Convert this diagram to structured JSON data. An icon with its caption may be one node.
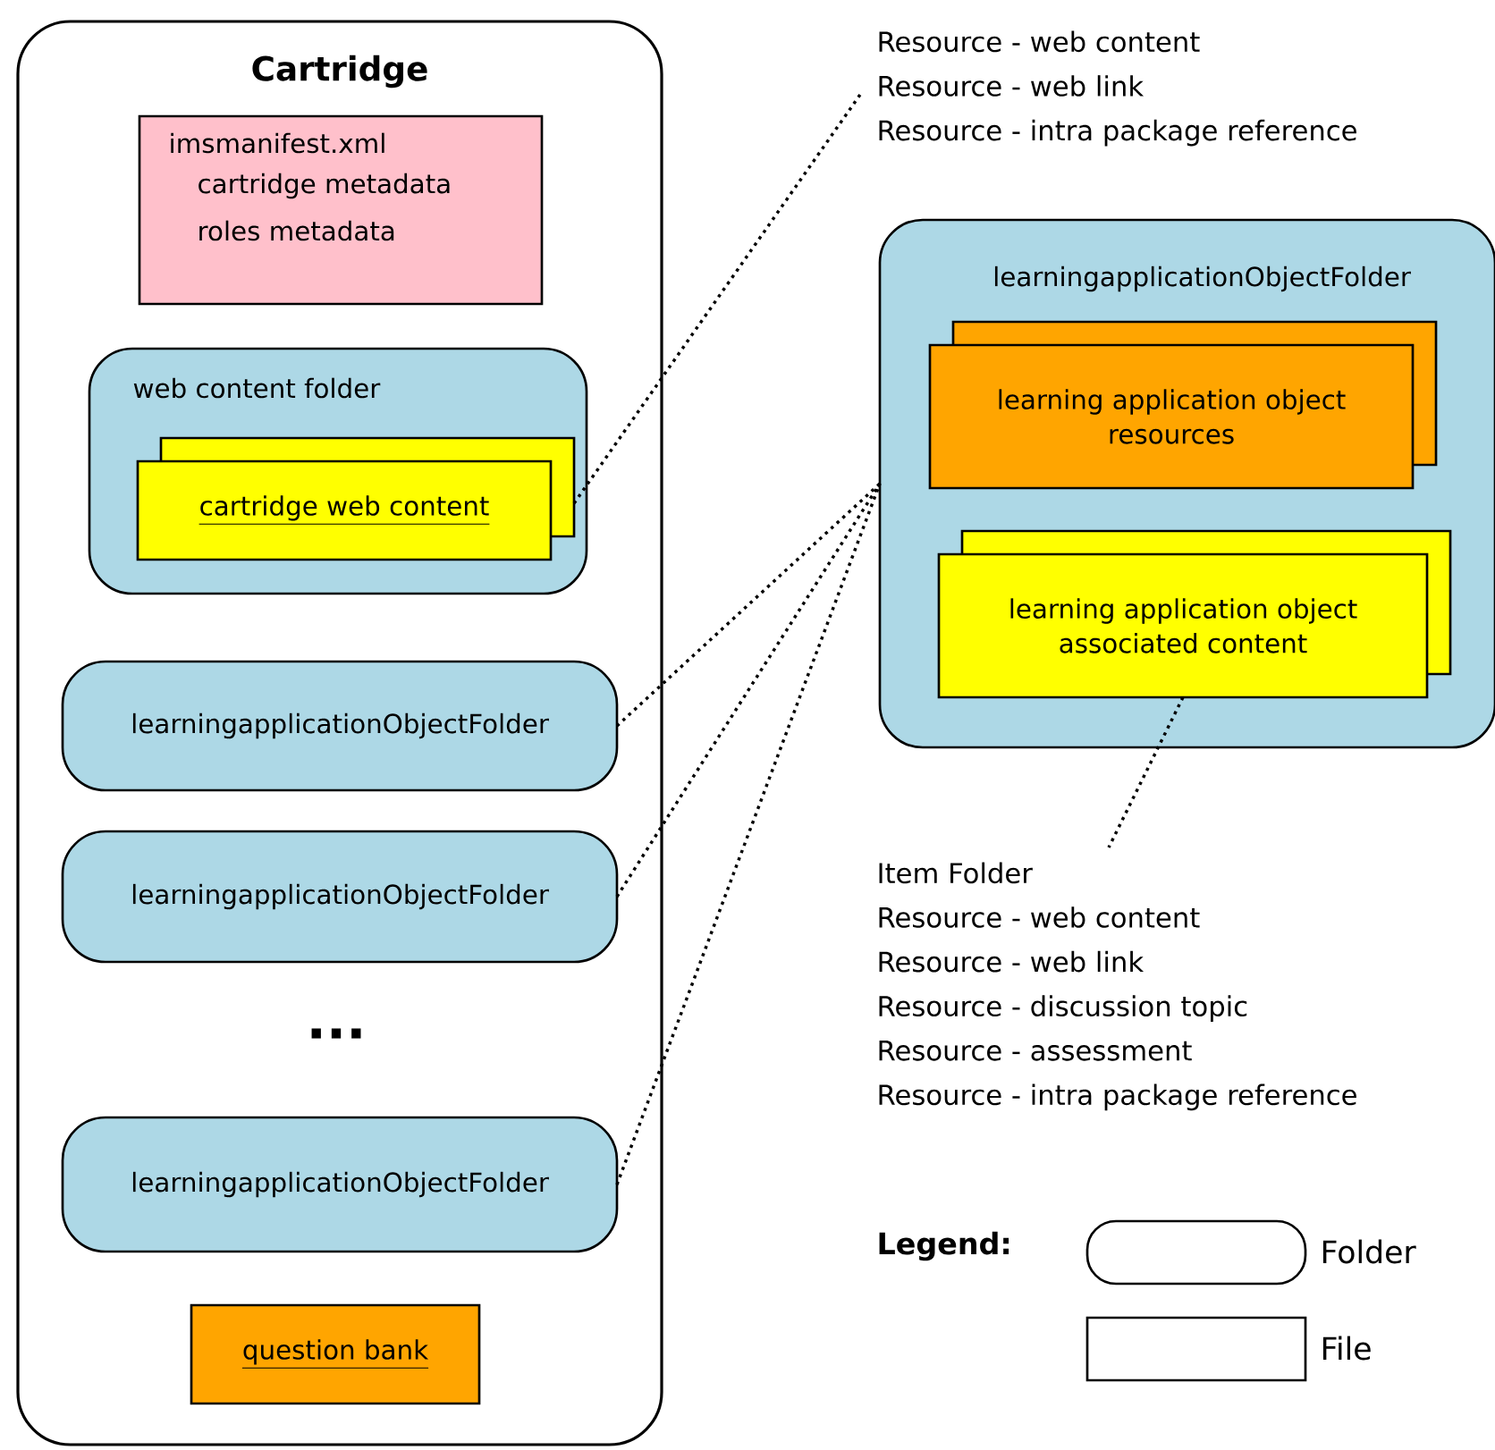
{
  "diagram": {
    "nodes": [
      {
        "text": [
          "Cartridge"
        ]
      },
      {
        "text": [
          "imsmanifest.xml",
          "cartridge metadata",
          "roles metadata"
        ],
        "in": 0
      },
      {
        "text": [
          "web content folder"
        ],
        "in": 0
      },
      {
        "text": [
          "cartridge web content"
        ],
        "in": 2
      },
      {
        "text": [
          "learningapplicationObjectFolder"
        ],
        "in": 0
      },
      {
        "text": [
          "learningapplicationObjectFolder"
        ],
        "in": 0
      },
      {
        "text": [
          "learningapplicationObjectFolder"
        ],
        "in": 0
      },
      {
        "text": [
          "question bank"
        ],
        "in": 0
      },
      {
        "text": [
          "Resource - web content",
          "Resource - web link",
          "Resource - intra package reference"
        ]
      },
      {
        "text": [
          "learningapplicationObjectFolder"
        ]
      },
      {
        "text": [
          "learning application object resources"
        ],
        "in": 9
      },
      {
        "text": [
          "learning application object associated content"
        ],
        "in": 9
      },
      {
        "text": [
          "Item Folder",
          "Resource - web content",
          "Resource - web link",
          "Resource - discussion topic",
          "Resource - assessment",
          "Resource - intra package reference"
        ]
      }
    ],
    "edges": [
      {
        "from": 3,
        "to": 8,
        "arrow": "none",
        "style": "dashed"
      },
      {
        "from": 4,
        "to": 9,
        "arrow": "none",
        "style": "dashed"
      },
      {
        "from": 5,
        "to": 9,
        "arrow": "none",
        "style": "dashed"
      },
      {
        "from": 6,
        "to": 9,
        "arrow": "none",
        "style": "dashed"
      },
      {
        "from": 11,
        "to": 12,
        "arrow": "none",
        "style": "dashed"
      }
    ],
    "labels": [
      "...",
      "Legend:"
    ],
    "legend": [
      {
        "text": "Folder"
      },
      {
        "text": "File"
      }
    ]
  }
}
